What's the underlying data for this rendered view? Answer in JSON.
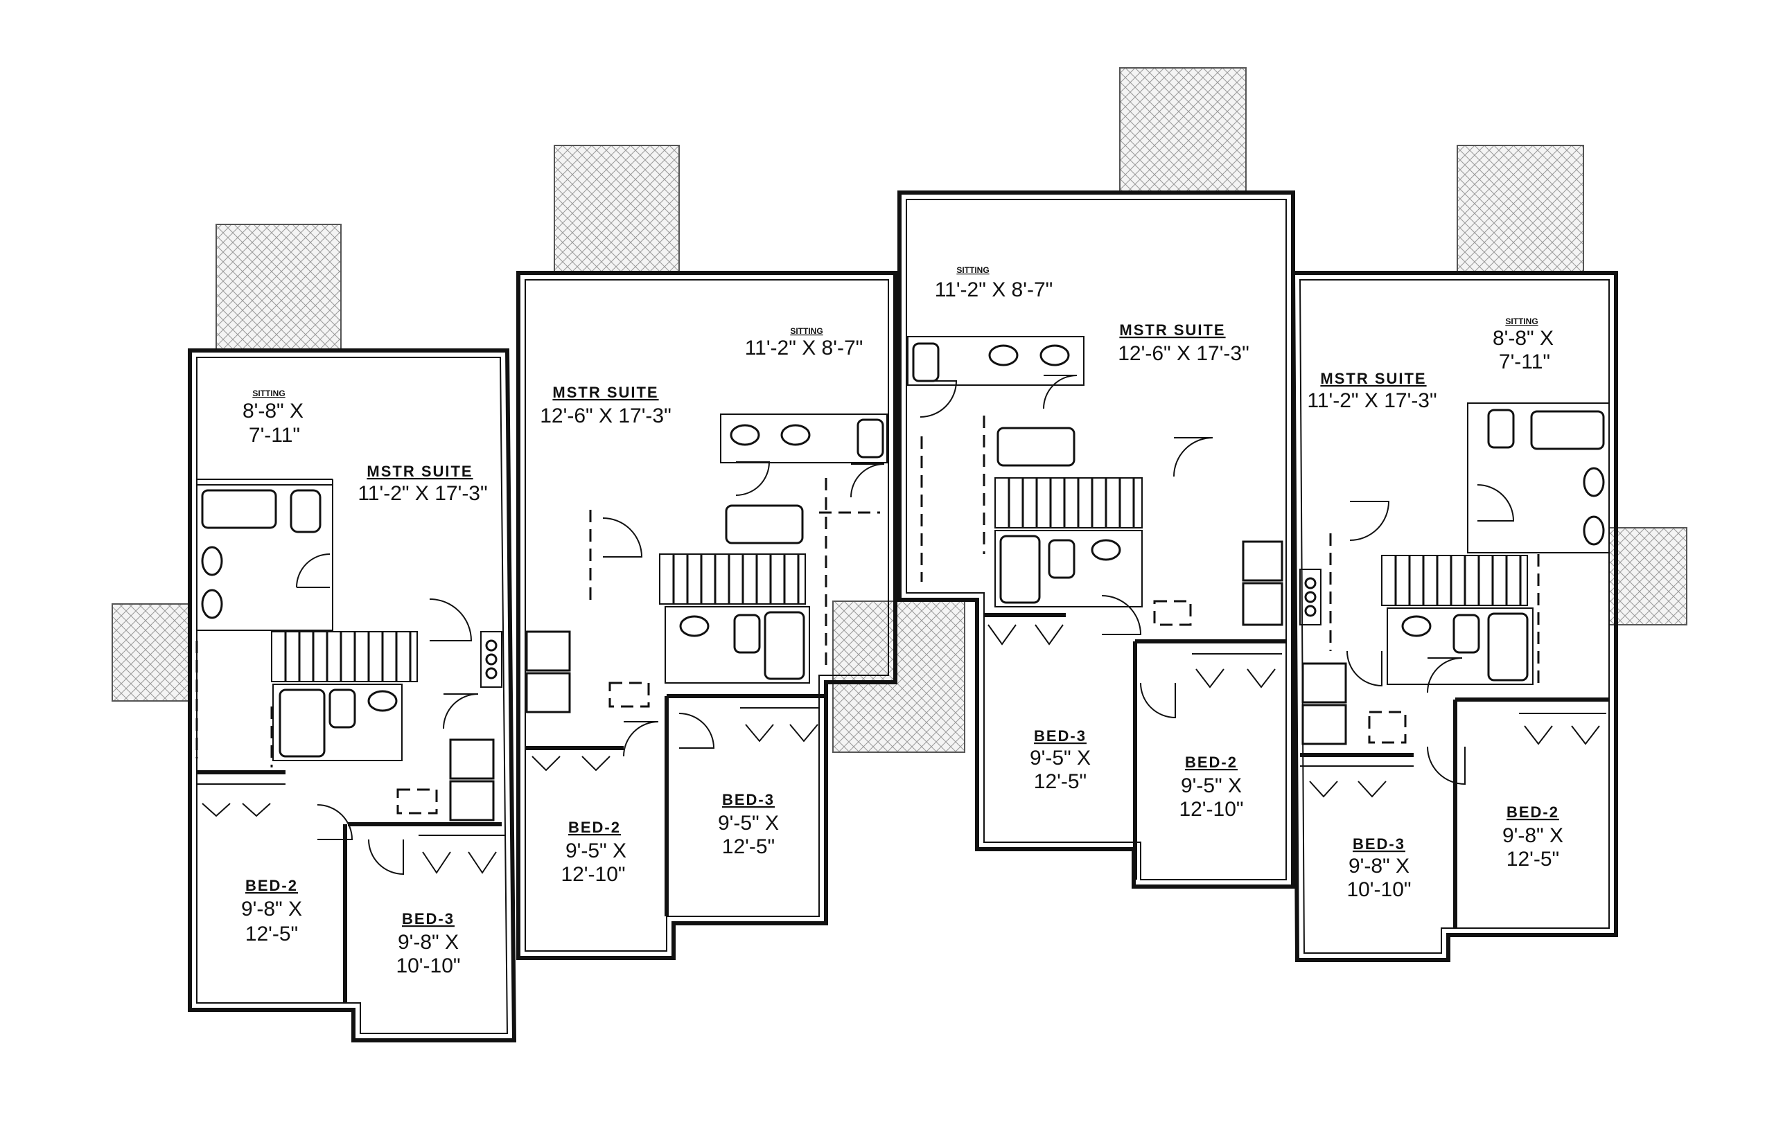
{
  "units": [
    {
      "id": "unit-1",
      "sitting": {
        "label": "SITTING",
        "dim1": "8'-8\" X",
        "dim2": "7'-11\""
      },
      "master": {
        "label": "MSTR SUITE",
        "dim": "11'-2\" X 17'-3\""
      },
      "bedA": {
        "label": "BED-2",
        "dim1": "9'-8\" X",
        "dim2": "12'-5\""
      },
      "bedB": {
        "label": "BED-3",
        "dim1": "9'-8\" X",
        "dim2": "10'-10\""
      }
    },
    {
      "id": "unit-2",
      "sitting": {
        "label": "SITTING",
        "dim1": "11'-2\" X 8'-7\"",
        "dim2": ""
      },
      "master": {
        "label": "MSTR SUITE",
        "dim": "12'-6\" X 17'-3\""
      },
      "bedA": {
        "label": "BED-2",
        "dim1": "9'-5\" X",
        "dim2": "12'-10\""
      },
      "bedB": {
        "label": "BED-3",
        "dim1": "9'-5\" X",
        "dim2": "12'-5\""
      }
    },
    {
      "id": "unit-3",
      "sitting": {
        "label": "SITTING",
        "dim1": "11'-2\" X 8'-7\"",
        "dim2": ""
      },
      "master": {
        "label": "MSTR SUITE",
        "dim": "12'-6\" X 17'-3\""
      },
      "bedA": {
        "label": "BED-3",
        "dim1": "9'-5\" X",
        "dim2": "12'-5\""
      },
      "bedB": {
        "label": "BED-2",
        "dim1": "9'-5\" X",
        "dim2": "12'-10\""
      }
    },
    {
      "id": "unit-4",
      "sitting": {
        "label": "SITTING",
        "dim1": "8'-8\" X",
        "dim2": "7'-11\""
      },
      "master": {
        "label": "MSTR SUITE",
        "dim": "11'-2\" X 17'-3\""
      },
      "bedA": {
        "label": "BED-3",
        "dim1": "9'-8\" X",
        "dim2": "10'-10\""
      },
      "bedB": {
        "label": "BED-2",
        "dim1": "9'-8\" X",
        "dim2": "12'-5\""
      }
    }
  ],
  "colors": {
    "line": "#111111",
    "hatch": "#9a9a9a",
    "background": "#ffffff"
  }
}
